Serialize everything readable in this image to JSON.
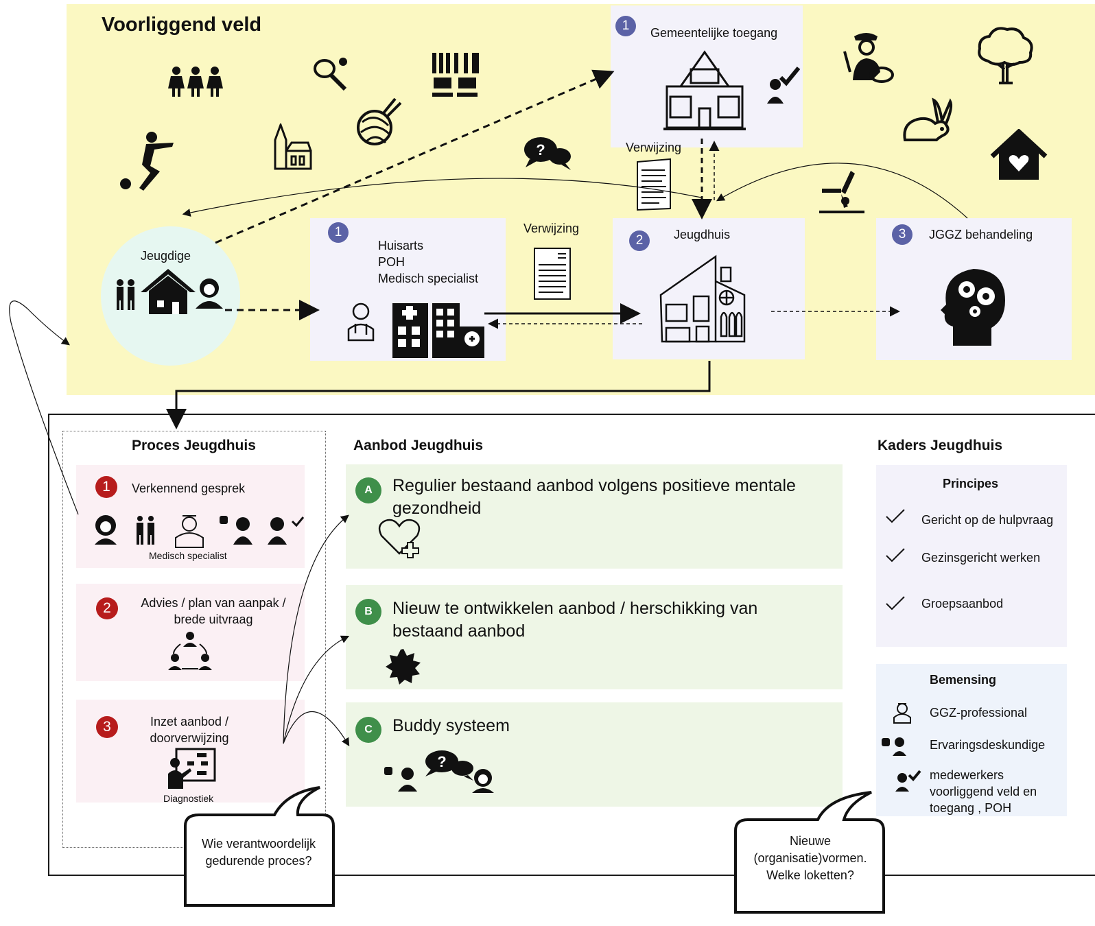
{
  "field": {
    "title": "Voorliggend veld"
  },
  "gemeente": {
    "badge": "1",
    "title": "Gemeentelijke toegang"
  },
  "verwijzing_top": "Verwijzing",
  "verwijzing_mid": "Verwijzing",
  "jeugdige": {
    "label": "Jeugdige"
  },
  "huisarts": {
    "badge": "1",
    "lines": [
      "Huisarts",
      "POH",
      "Medisch specialist"
    ]
  },
  "jeugdhuis": {
    "badge": "2",
    "title": "Jeugdhuis"
  },
  "jggz": {
    "badge": "3",
    "title": "JGGZ behandeling"
  },
  "proces": {
    "title": "Proces Jeugdhuis",
    "steps": [
      {
        "num": "1",
        "title": "Verkennend gesprek",
        "caption": "Medisch specialist"
      },
      {
        "num": "2",
        "title": "Advies / plan van aanpak / brede uitvraag"
      },
      {
        "num": "3",
        "title": "Inzet aanbod / doorverwijzing",
        "caption": "Diagnostiek"
      }
    ]
  },
  "aanbod": {
    "title": "Aanbod Jeugdhuis",
    "items": [
      {
        "letter": "A",
        "text": "Regulier bestaand aanbod volgens positieve mentale gezondheid"
      },
      {
        "letter": "B",
        "text": "Nieuw te ontwikkelen aanbod / herschikking van bestaand aanbod"
      },
      {
        "letter": "C",
        "text": "Buddy systeem"
      }
    ]
  },
  "kaders": {
    "title": "Kaders Jeugdhuis",
    "principes": {
      "title": "Principes",
      "items": [
        "Gericht op de hulpvraag",
        "Gezinsgericht werken",
        "Groepsaanbod"
      ]
    },
    "bemensing": {
      "title": "Bemensing",
      "items": [
        "GGZ-professional",
        "Ervaringsdeskundige",
        "medewerkers voorliggend veld en toegang , POH"
      ]
    }
  },
  "bubbles": {
    "left": "Wie verantwoordelijk gedurende proces?",
    "right": "Nieuwe (organisatie)vormen. Welke loketten?"
  },
  "colors": {
    "field_bg": "#fbf8c2",
    "box_bg": "#f3f2fa",
    "badge_blue": "#5b62a6",
    "badge_red": "#b71c1c",
    "badge_green": "#3f8f4a",
    "pink_bg": "#fbf0f4",
    "green_bg": "#eef6e6",
    "jeugdige_bg": "#e6f7f1"
  }
}
